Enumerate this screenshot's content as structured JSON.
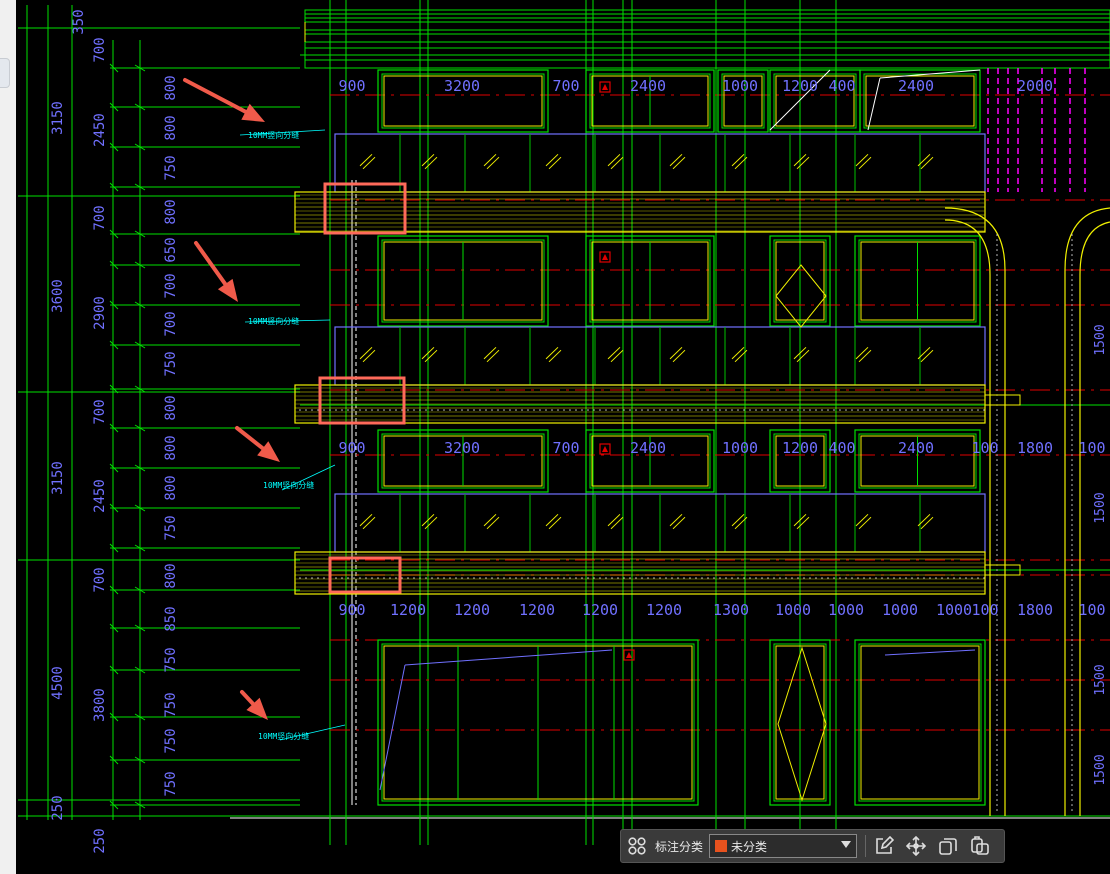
{
  "drawing": {
    "left_dims_outer": [
      "350",
      "3150",
      "3600",
      "3150",
      "4500",
      "250"
    ],
    "left_dims_mid": [
      "700",
      "2450",
      "700",
      "2900",
      "700",
      "2450",
      "700",
      "3800",
      "250"
    ],
    "left_dims_inner": [
      "800",
      "800",
      "750",
      "800",
      "650",
      "700",
      "700",
      "750",
      "800",
      "800",
      "800",
      "750",
      "800",
      "850",
      "750",
      "750",
      "750",
      "750"
    ],
    "callout_text": "10MM竖向分缝",
    "row1_dims": [
      "900",
      "3200",
      "700",
      "2400",
      "1000",
      "1200",
      "400",
      "2400",
      "2000"
    ],
    "row2_dims": [
      "900",
      "3200",
      "700",
      "2400",
      "1000",
      "1200",
      "400",
      "2400",
      "100",
      "1800",
      "100"
    ],
    "row3_dims": [
      "900",
      "1200",
      "1200",
      "1200",
      "1200",
      "1200",
      "1300",
      "1000",
      "1000",
      "1000",
      "1000",
      "100",
      "1800",
      "100"
    ],
    "right_edge_dims": [
      "1500",
      "1500",
      "1500",
      "1500"
    ],
    "colors": {
      "green": "#00e000",
      "yellow": "#f0f000",
      "red": "#e00000",
      "blue": "#7070ff",
      "cyan": "#00ffff",
      "magenta": "#ff00ff",
      "highlight": "#ff6a5a"
    }
  },
  "toolbar": {
    "grid_icon": "grid-icon",
    "label": "标注分类",
    "category_value": "未分类",
    "category_color": "#e8521e",
    "edit_icon": "edit-icon",
    "move_icon": "move-icon",
    "copy_icon": "copy-icon",
    "paste_icon": "paste-icon"
  }
}
